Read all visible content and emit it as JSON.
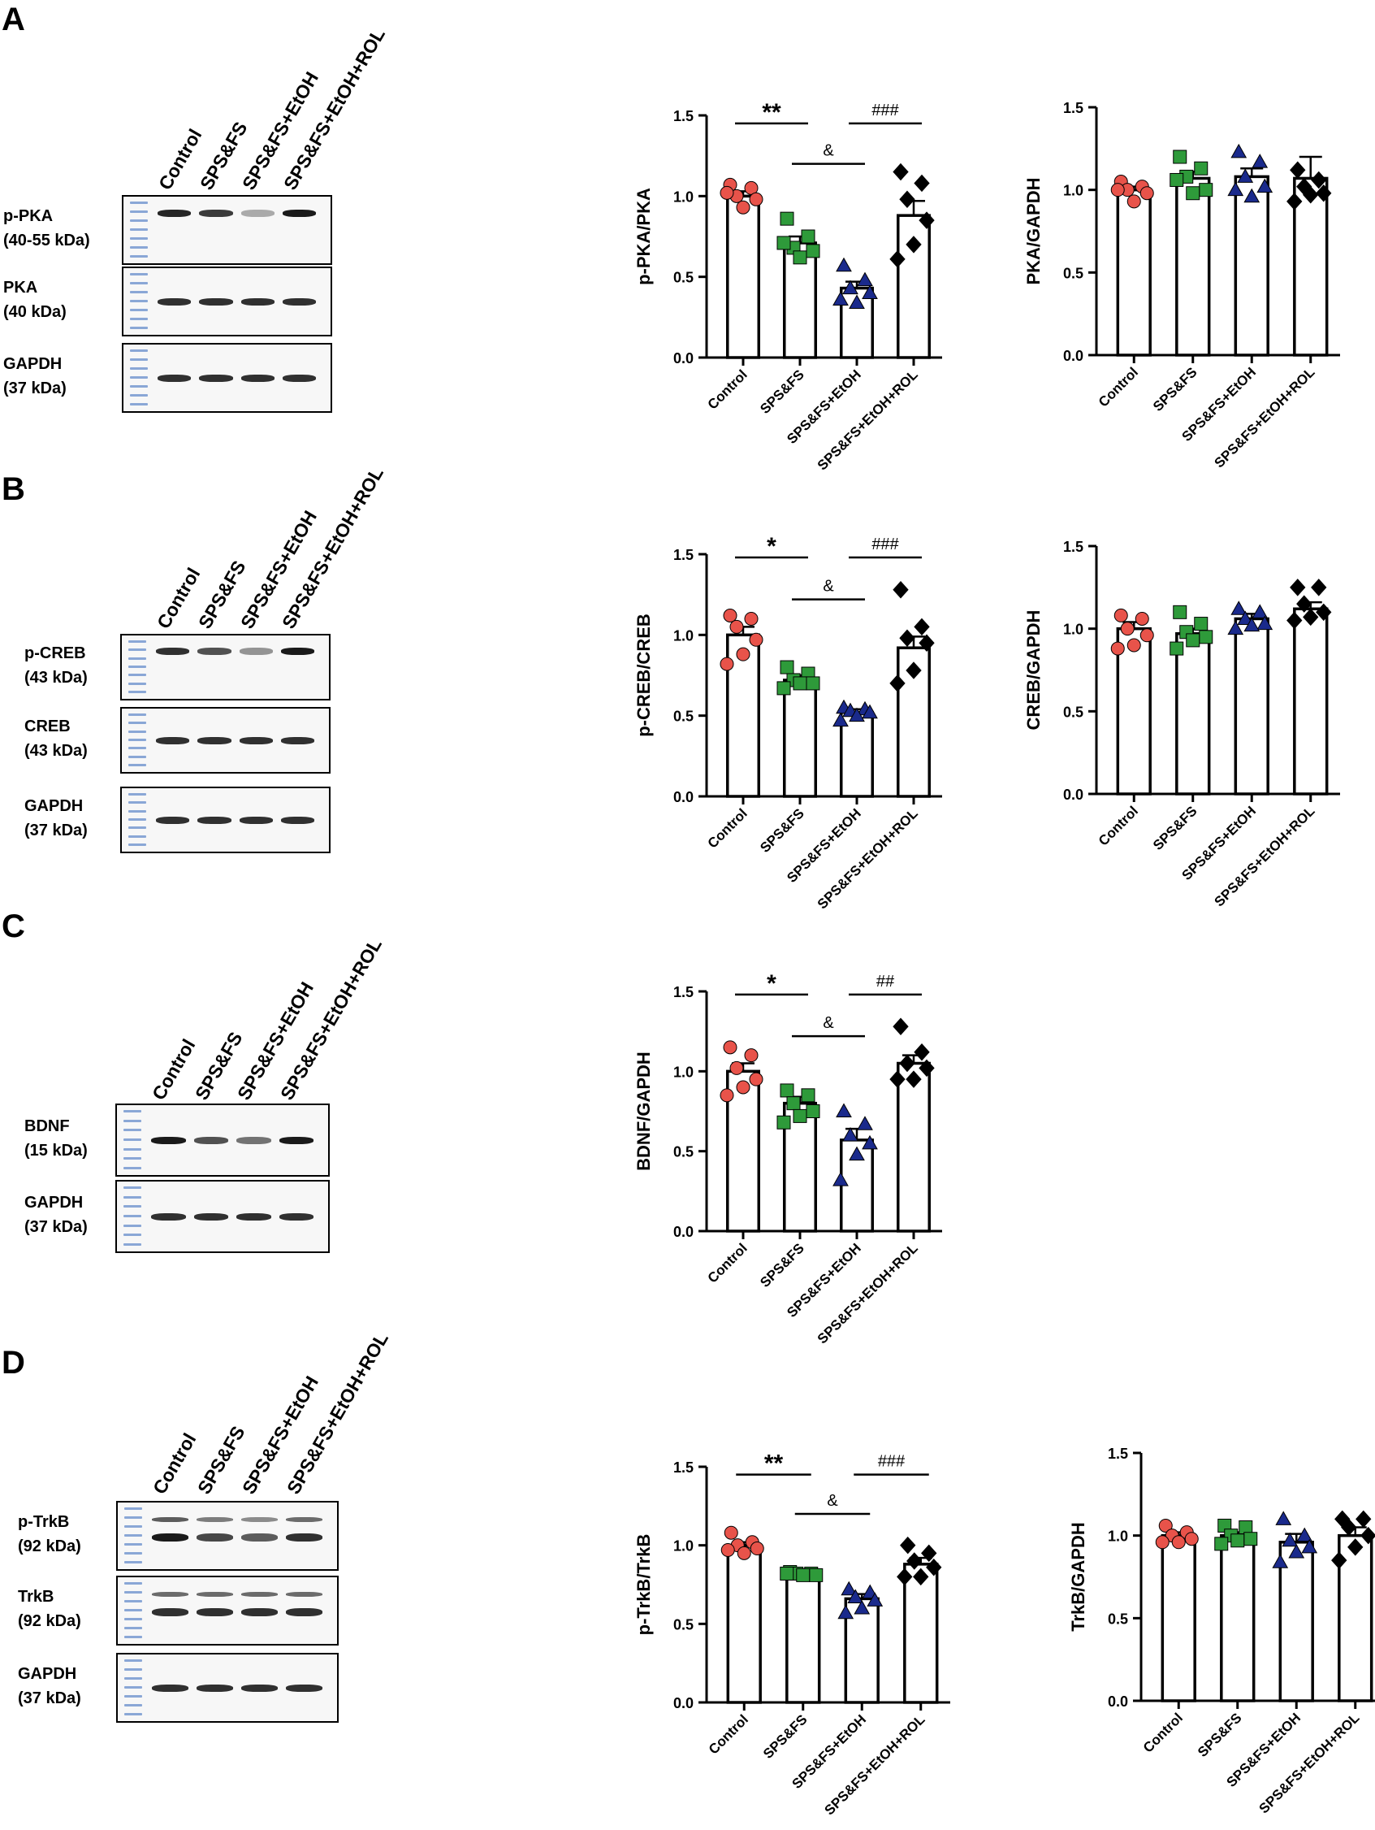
{
  "panels": [
    {
      "letter": "A",
      "lanes": [
        "Control",
        "SPS&FS",
        "SPS&FS+EtOH",
        "SPS&FS+EtOH+ROL"
      ],
      "blots": [
        {
          "name": "p-PKA",
          "mw": "(40-55 kDa)",
          "intensity": [
            0.95,
            0.85,
            0.35,
            1.0
          ]
        },
        {
          "name": "PKA",
          "mw": "(40 kDa)",
          "intensity": [
            0.9,
            0.9,
            0.9,
            0.9
          ]
        },
        {
          "name": "GAPDH",
          "mw": "(37 kDa)",
          "intensity": [
            0.9,
            0.9,
            0.9,
            0.9
          ]
        }
      ]
    },
    {
      "letter": "B",
      "lanes": [
        "Control",
        "SPS&FS",
        "SPS&FS+EtOH",
        "SPS&FS+EtOH+ROL"
      ],
      "blots": [
        {
          "name": "p-CREB",
          "mw": "(43 kDa)",
          "intensity": [
            0.9,
            0.75,
            0.45,
            1.0
          ]
        },
        {
          "name": "CREB",
          "mw": "(43 kDa)",
          "intensity": [
            0.9,
            0.9,
            0.9,
            0.9
          ]
        },
        {
          "name": "GAPDH",
          "mw": "(37 kDa)",
          "intensity": [
            0.9,
            0.9,
            0.9,
            0.9
          ]
        }
      ]
    },
    {
      "letter": "C",
      "lanes": [
        "Control",
        "SPS&FS",
        "SPS&FS+EtOH",
        "SPS&FS+EtOH+ROL"
      ],
      "blots": [
        {
          "name": "BDNF",
          "mw": "(15 kDa)",
          "intensity": [
            1.0,
            0.75,
            0.6,
            1.0
          ]
        },
        {
          "name": "GAPDH",
          "mw": "(37 kDa)",
          "intensity": [
            0.9,
            0.9,
            0.9,
            0.9
          ]
        }
      ]
    },
    {
      "letter": "D",
      "lanes": [
        "Control",
        "SPS&FS",
        "SPS&FS+EtOH",
        "SPS&FS+EtOH+ROL"
      ],
      "blots": [
        {
          "name": "p-TrkB",
          "mw": "(92 kDa)",
          "intensity": [
            1.0,
            0.8,
            0.7,
            0.9
          ],
          "double": true
        },
        {
          "name": "TrkB",
          "mw": "(92 kDa)",
          "intensity": [
            0.9,
            0.9,
            0.9,
            0.9
          ],
          "double": true
        },
        {
          "name": "GAPDH",
          "mw": "(37 kDa)",
          "intensity": [
            0.9,
            0.9,
            0.9,
            0.9
          ]
        }
      ]
    }
  ],
  "colors": {
    "Control": "#e8534a",
    "SPS&FS": "#2e9a3a",
    "SPS&FS+EtOH": "#1a2a8c",
    "SPS&FS+EtOH+ROL": "#000000"
  },
  "markers": {
    "Control": "circle",
    "SPS&FS": "square",
    "SPS&FS+EtOH": "triangle",
    "SPS&FS+EtOH+ROL": "diamond"
  },
  "chart_data": [
    {
      "type": "bar",
      "panel": "A",
      "ylabel": "p-PKA/PKA",
      "ylim": [
        0,
        1.5
      ],
      "yticks": [
        "0.0",
        "0.5",
        "1.0",
        "1.5"
      ],
      "categories": [
        "Control",
        "SPS&FS",
        "SPS&FS+EtOH",
        "SPS&FS+EtOH+ROL"
      ],
      "values": [
        1.0,
        0.71,
        0.43,
        0.88
      ],
      "sem": [
        0.03,
        0.04,
        0.04,
        0.09
      ],
      "points": [
        [
          1.07,
          1.05,
          1.0,
          0.98,
          0.93,
          1.02
        ],
        [
          0.86,
          0.75,
          0.68,
          0.66,
          0.62,
          0.71
        ],
        [
          0.57,
          0.48,
          0.43,
          0.4,
          0.34,
          0.36
        ],
        [
          1.15,
          1.08,
          0.98,
          0.85,
          0.7,
          0.61
        ]
      ],
      "annotations": [
        {
          "text": "**",
          "from": 0,
          "to": 1,
          "y": 1.45
        },
        {
          "text": "&",
          "from": 1,
          "to": 2,
          "y": 1.2
        },
        {
          "text": "###",
          "from": 2,
          "to": 3,
          "y": 1.45
        }
      ]
    },
    {
      "type": "bar",
      "panel": "A",
      "ylabel": "PKA/GAPDH",
      "ylim": [
        0,
        1.5
      ],
      "yticks": [
        "0.0",
        "0.5",
        "1.0",
        "1.5"
      ],
      "categories": [
        "Control",
        "SPS&FS",
        "SPS&FS+EtOH",
        "SPS&FS+EtOH+ROL"
      ],
      "values": [
        1.0,
        1.07,
        1.08,
        1.07
      ],
      "sem": [
        0.02,
        0.04,
        0.05,
        0.13
      ],
      "points": [
        [
          1.05,
          1.02,
          1.0,
          0.98,
          0.93,
          1.0
        ],
        [
          1.2,
          1.13,
          1.08,
          1.0,
          0.98,
          1.06
        ],
        [
          1.23,
          1.17,
          1.08,
          1.02,
          0.96,
          1.0
        ],
        [
          1.12,
          1.06,
          1.02,
          0.98,
          0.97,
          0.93
        ]
      ],
      "annotations": []
    },
    {
      "type": "bar",
      "panel": "B",
      "ylabel": "p-CREB/CREB",
      "ylim": [
        0,
        1.5
      ],
      "yticks": [
        "0.0",
        "0.5",
        "1.0",
        "1.5"
      ],
      "categories": [
        "Control",
        "SPS&FS",
        "SPS&FS+EtOH",
        "SPS&FS+EtOH+ROL"
      ],
      "values": [
        1.0,
        0.72,
        0.52,
        0.92
      ],
      "sem": [
        0.05,
        0.03,
        0.02,
        0.07
      ],
      "points": [
        [
          1.12,
          1.1,
          1.05,
          0.97,
          0.88,
          0.82
        ],
        [
          0.8,
          0.76,
          0.72,
          0.7,
          0.7,
          0.67
        ],
        [
          0.55,
          0.54,
          0.53,
          0.52,
          0.5,
          0.47
        ],
        [
          1.28,
          1.05,
          0.98,
          0.95,
          0.78,
          0.7
        ]
      ],
      "annotations": [
        {
          "text": "*",
          "from": 0,
          "to": 1,
          "y": 1.48
        },
        {
          "text": "&",
          "from": 1,
          "to": 2,
          "y": 1.22
        },
        {
          "text": "###",
          "from": 2,
          "to": 3,
          "y": 1.48
        }
      ]
    },
    {
      "type": "bar",
      "panel": "B",
      "ylabel": "CREB/GAPDH",
      "ylim": [
        0,
        1.5
      ],
      "yticks": [
        "0.0",
        "0.5",
        "1.0",
        "1.5"
      ],
      "categories": [
        "Control",
        "SPS&FS",
        "SPS&FS+EtOH",
        "SPS&FS+EtOH+ROL"
      ],
      "values": [
        1.0,
        0.97,
        1.06,
        1.12
      ],
      "sem": [
        0.04,
        0.03,
        0.03,
        0.04
      ],
      "points": [
        [
          1.08,
          1.06,
          1.0,
          0.96,
          0.9,
          0.88
        ],
        [
          1.1,
          1.03,
          0.98,
          0.95,
          0.93,
          0.88
        ],
        [
          1.12,
          1.1,
          1.06,
          1.03,
          1.02,
          1.0
        ],
        [
          1.25,
          1.25,
          1.15,
          1.1,
          1.07,
          1.05
        ]
      ],
      "annotations": []
    },
    {
      "type": "bar",
      "panel": "C",
      "ylabel": "BDNF/GAPDH",
      "ylim": [
        0,
        1.5
      ],
      "yticks": [
        "0.0",
        "0.5",
        "1.0",
        "1.5"
      ],
      "categories": [
        "Control",
        "SPS&FS",
        "SPS&FS+EtOH",
        "SPS&FS+EtOH+ROL"
      ],
      "values": [
        1.0,
        0.8,
        0.57,
        1.05
      ],
      "sem": [
        0.05,
        0.04,
        0.07,
        0.05
      ],
      "points": [
        [
          1.15,
          1.1,
          1.02,
          0.95,
          0.9,
          0.85
        ],
        [
          0.88,
          0.85,
          0.8,
          0.75,
          0.72,
          0.68
        ],
        [
          0.75,
          0.67,
          0.6,
          0.55,
          0.48,
          0.32
        ],
        [
          1.28,
          1.12,
          1.05,
          1.02,
          0.95,
          0.95
        ]
      ],
      "annotations": [
        {
          "text": "*",
          "from": 0,
          "to": 1,
          "y": 1.48
        },
        {
          "text": "&",
          "from": 1,
          "to": 2,
          "y": 1.22
        },
        {
          "text": "##",
          "from": 2,
          "to": 3,
          "y": 1.48
        }
      ]
    },
    {
      "type": "bar",
      "panel": "D",
      "ylabel": "p-TrkB/TrkB",
      "ylim": [
        0,
        1.5
      ],
      "yticks": [
        "0.0",
        "0.5",
        "1.0",
        "1.5"
      ],
      "categories": [
        "Control",
        "SPS&FS",
        "SPS&FS+EtOH",
        "SPS&FS+EtOH+ROL"
      ],
      "values": [
        1.0,
        0.82,
        0.66,
        0.88
      ],
      "sem": [
        0.02,
        0.01,
        0.03,
        0.04
      ],
      "points": [
        [
          1.08,
          1.02,
          1.0,
          0.98,
          0.95,
          0.97
        ],
        [
          0.83,
          0.82,
          0.82,
          0.81,
          0.81,
          0.82
        ],
        [
          0.72,
          0.7,
          0.67,
          0.65,
          0.6,
          0.57
        ],
        [
          1.0,
          0.95,
          0.9,
          0.86,
          0.8,
          0.8
        ]
      ],
      "annotations": [
        {
          "text": "**",
          "from": 0,
          "to": 1,
          "y": 1.45
        },
        {
          "text": "&",
          "from": 1,
          "to": 2,
          "y": 1.2
        },
        {
          "text": "###",
          "from": 2,
          "to": 3,
          "y": 1.45
        }
      ]
    },
    {
      "type": "bar",
      "panel": "D",
      "ylabel": "TrkB/GAPDH",
      "ylim": [
        0,
        1.5
      ],
      "yticks": [
        "0.0",
        "0.5",
        "1.0",
        "1.5"
      ],
      "categories": [
        "Control",
        "SPS&FS",
        "SPS&FS+EtOH",
        "SPS&FS+EtOH+ROL"
      ],
      "values": [
        1.0,
        1.0,
        0.96,
        1.0
      ],
      "sem": [
        0.02,
        0.02,
        0.05,
        0.05
      ],
      "points": [
        [
          1.06,
          1.02,
          1.0,
          0.98,
          0.96,
          0.96
        ],
        [
          1.06,
          1.05,
          1.0,
          0.98,
          0.97,
          0.95
        ],
        [
          1.1,
          1.0,
          0.97,
          0.93,
          0.9,
          0.84
        ],
        [
          1.1,
          1.1,
          1.05,
          1.0,
          0.93,
          0.85
        ]
      ],
      "annotations": []
    }
  ]
}
